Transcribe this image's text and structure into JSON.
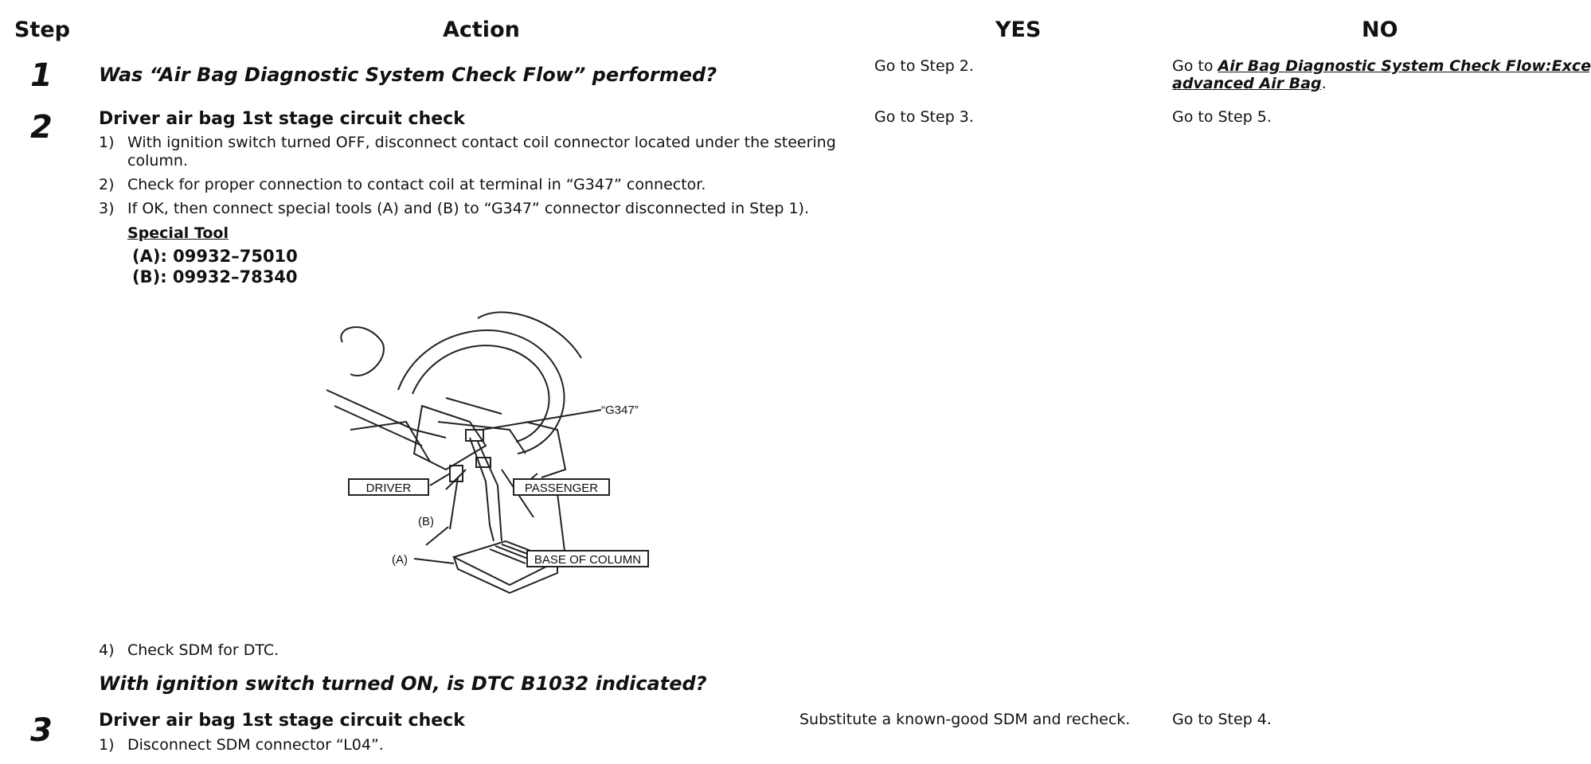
{
  "header": {
    "step": "Step",
    "action": "Action",
    "yes": "YES",
    "no": "NO"
  },
  "steps": [
    {
      "number": "1",
      "question": "Was “Air Bag Diagnostic System Check Flow” performed?",
      "yes": "Go to Step 2.",
      "no_prefix": "Go to ",
      "no_link_line1": "Air Bag Diagnostic System Check Flow:Except",
      "no_link_line2": "advanced Air Bag",
      "no_suffix": "."
    },
    {
      "number": "2",
      "title": "Driver air bag 1st stage circuit check",
      "items": [
        {
          "num": "1)",
          "line1": "With ignition switch turned OFF, disconnect contact coil connector located under the steering",
          "line2": "column."
        },
        {
          "num": "2)",
          "line1": "Check for proper connection to contact coil at terminal in “G347” connector."
        },
        {
          "num": "3)",
          "line1": "If OK, then connect special tools (A) and (B) to “G347” connector disconnected in Step 1)."
        }
      ],
      "special_tool_label": "Special Tool",
      "tools": [
        "(A): 09932–75010",
        "(B): 09932–78340"
      ],
      "figure_labels": {
        "g347": "“G347”",
        "driver": "DRIVER",
        "passenger": "PASSENGER",
        "b": "(B)",
        "a": "(A)",
        "base": "BASE OF COLUMN"
      },
      "item4": {
        "num": "4)",
        "text": "Check SDM for DTC."
      },
      "question": "With ignition switch turned ON, is DTC B1032 indicated?",
      "yes": "Go to Step 3.",
      "no": "Go to Step 5."
    },
    {
      "number": "3",
      "title": "Driver air bag 1st stage circuit check",
      "items": [
        {
          "num": "1)",
          "line1": "Disconnect SDM connector “L04”."
        }
      ],
      "yes": "Substitute a known-good SDM and recheck.",
      "no": "Go to Step 4."
    }
  ]
}
